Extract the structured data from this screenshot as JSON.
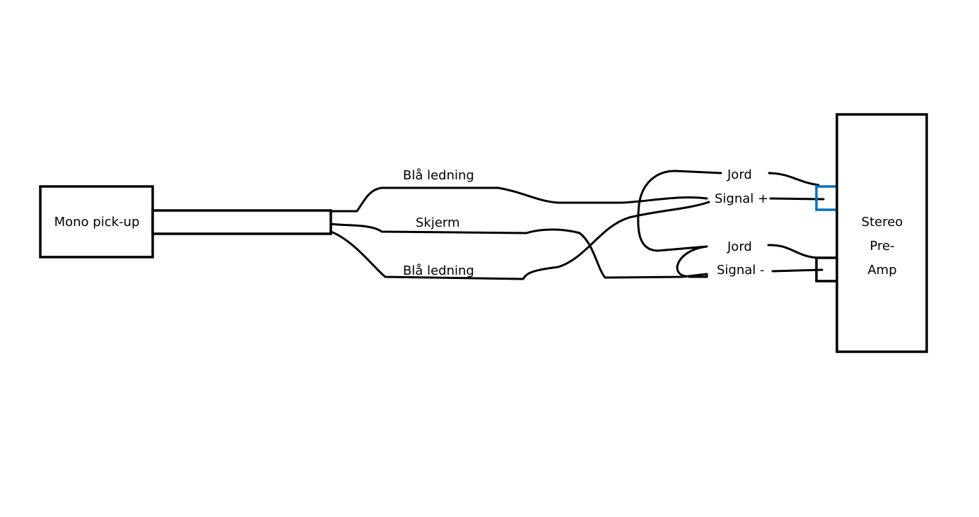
{
  "components": {
    "pickup": {
      "label": "Mono pick-up"
    },
    "preamp": {
      "label_lines": [
        "Stereo",
        "Pre-",
        "Amp"
      ]
    }
  },
  "wires": {
    "blue_top": "Blå ledning",
    "shield": "Skjerm",
    "blue_bottom": "Blå ledning"
  },
  "terminals": {
    "jord_1": "Jord",
    "signal_plus": "Signal +",
    "jord_2": "Jord",
    "signal_minus": "Signal -"
  },
  "colors": {
    "highlight": "#0070c0",
    "line": "#000000"
  }
}
